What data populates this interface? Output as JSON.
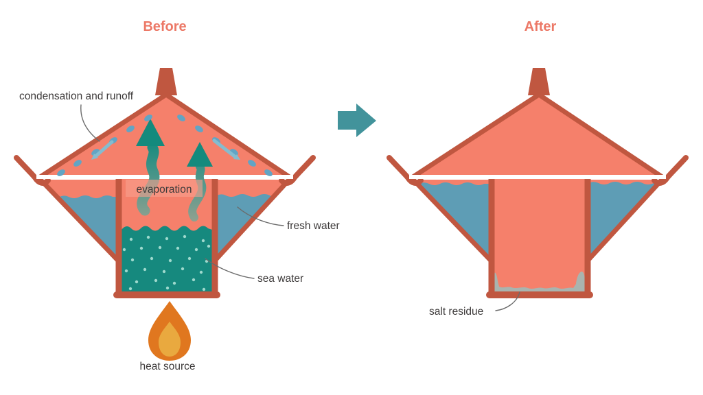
{
  "diagram": {
    "titles": {
      "before": "Before",
      "after": "After"
    },
    "labels": {
      "condensation": "condensation and runoff",
      "evaporation": "evaporation",
      "fresh_water": "fresh water",
      "sea_water": "sea water",
      "heat_source": "heat source",
      "salt_residue": "salt residue"
    },
    "icons": {
      "transition_arrow": "right-arrow-icon",
      "heat": "flame-icon",
      "evaporation_arrows": "wavy-up-arrow-icons",
      "runoff_arrows": "slope-down-arrow-icons",
      "droplets": "condensation-droplet-icons",
      "chimney": "still-chimney",
      "hooks": "rim-hook-handles"
    },
    "colors": {
      "background": "#FFFFFF",
      "salmon_fill": "#F5806B",
      "terracotta_structure": "#C05740",
      "title_coral": "#EC7866",
      "water_blue": "#5E9DB5",
      "sea_teal": "#16897E",
      "sea_dots": "#9ED9CD",
      "evap_teal": "#148A7D",
      "evap_fade_gray": "#97A290",
      "runoff_arrow_blue": "#85BCCF",
      "droplet_blue": "#62A4C4",
      "transition_arrow_teal": "#42939B",
      "flame_outer": "#E0771F",
      "flame_inner": "#E9A93F",
      "salt_gray": "#A9B4AF",
      "label_text": "#3D3A3A",
      "leader_line": "#6B6B6B",
      "evaporation_band": "#F9A08D",
      "white_condenser_line": "#FFFFFF"
    }
  }
}
